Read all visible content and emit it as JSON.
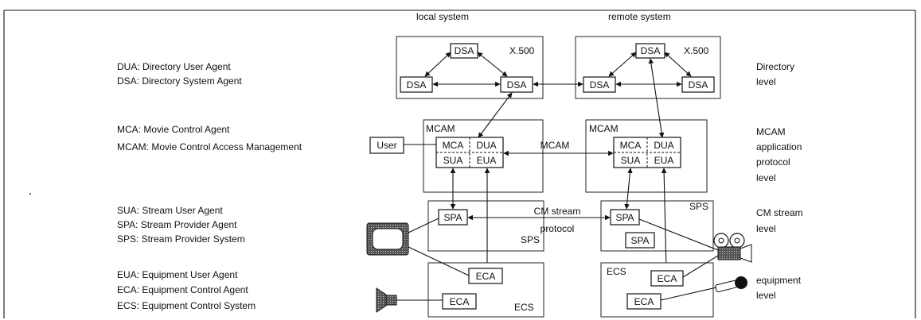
{
  "headers": {
    "local": "local system",
    "remote": "remote system"
  },
  "legend": {
    "directory": [
      "DUA: Directory User Agent",
      "DSA: Directory System Agent"
    ],
    "mcam": [
      "MCA: Movie Control Agent",
      "MCAM: Movie Control Access Management"
    ],
    "stream": [
      "SUA: Stream User Agent",
      "SPA: Stream Provider Agent",
      "SPS: Stream Provider System"
    ],
    "equipment": [
      "EUA: Equipment User Agent",
      "ECA: Equipment Control Agent",
      "ECS:  Equipment Control System"
    ]
  },
  "levels": {
    "directory": [
      "Directory",
      "level"
    ],
    "mcam": [
      "MCAM",
      "application",
      "protocol",
      "level"
    ],
    "stream": [
      "CM stream",
      "level"
    ],
    "equipment": [
      "equipment",
      "level"
    ]
  },
  "directory": {
    "title": "X.500",
    "node": "DSA"
  },
  "mcam": {
    "title": "MCAM",
    "mca": "MCA",
    "dua": "DUA",
    "sua": "SUA",
    "eua": "EUA",
    "user": "User",
    "link": "MCAM"
  },
  "stream": {
    "sps": "SPS",
    "spa": "SPA",
    "link": [
      "CM stream",
      "protocol"
    ]
  },
  "equipment": {
    "ecs": "ECS",
    "eca": "ECA"
  },
  "colors": {
    "line": "#111111",
    "screen_frame": "#555555",
    "screen_fill": "#ffffff",
    "speaker": "#777777",
    "mic": "#111111"
  }
}
